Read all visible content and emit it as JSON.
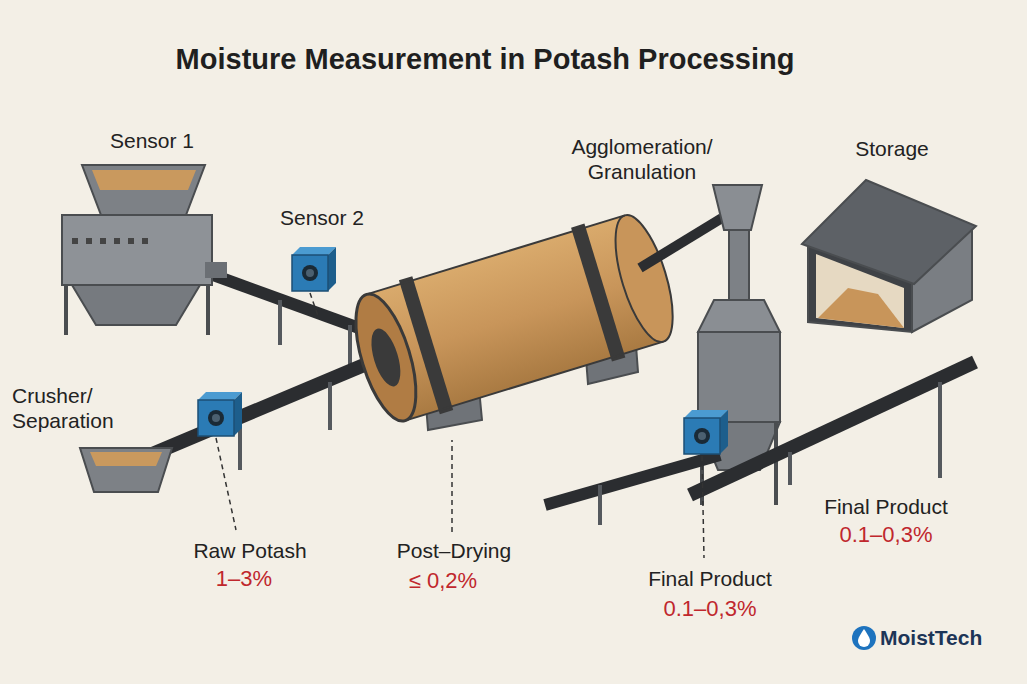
{
  "diagram": {
    "title": "Moisture Measurement in Potash Processing",
    "labels": [
      "Sensor 1",
      "Agglomeration/ Granulation",
      "Storage",
      "Sensor 2",
      "Crusher/ Separation",
      "Raw Potash",
      "1–3%",
      "Post–Drying",
      "≤ 0,2%",
      "Final Product",
      "0.1–0,3%",
      "Final Product",
      "0.1–0,3%",
      "MoistTech"
    ]
  }
}
